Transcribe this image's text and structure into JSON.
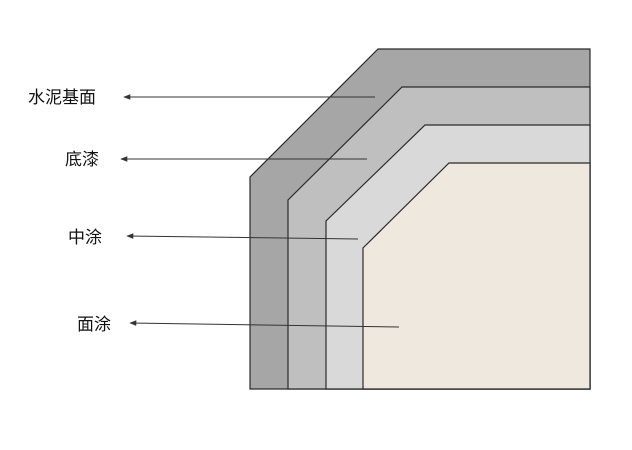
{
  "layers": [
    {
      "id": "substrate",
      "label": "水泥基面",
      "color": "#a6a6a6"
    },
    {
      "id": "primer",
      "label": "底漆",
      "color": "#bfbfbf"
    },
    {
      "id": "midcoat",
      "label": "中涂",
      "color": "#d9d9d9"
    },
    {
      "id": "topcoat",
      "label": "面涂",
      "color": "#efe8de"
    }
  ]
}
